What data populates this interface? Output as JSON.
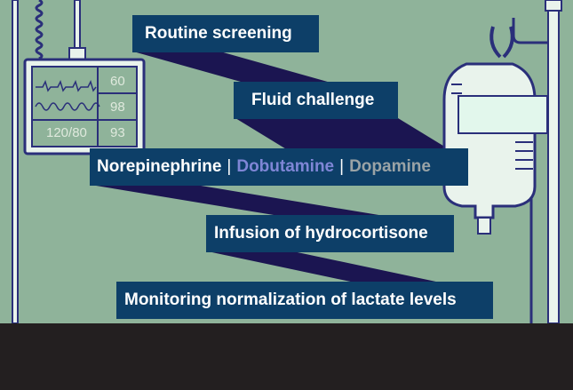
{
  "steps": [
    {
      "label": "Routine screening"
    },
    {
      "label": "Fluid challenge"
    },
    {
      "label": "Infusion of hydrocortisone"
    },
    {
      "label": "Monitoring normalization of lactate levels"
    }
  ],
  "vasopressors": {
    "first": "Norepinephrine",
    "second": "Dobutamine",
    "third": "Dopamine",
    "separator": "|"
  },
  "monitor": {
    "hr": "60",
    "spo2": "98",
    "bp": "120/80",
    "rr": "93"
  },
  "colors": {
    "background": "#8fb39a",
    "box": "#0d3f68",
    "shadow": "#1b1551",
    "outline": "#2a2f7a",
    "drug_second": "#7f86d6",
    "drug_third": "#9aa3a6",
    "footer": "#231f20"
  }
}
